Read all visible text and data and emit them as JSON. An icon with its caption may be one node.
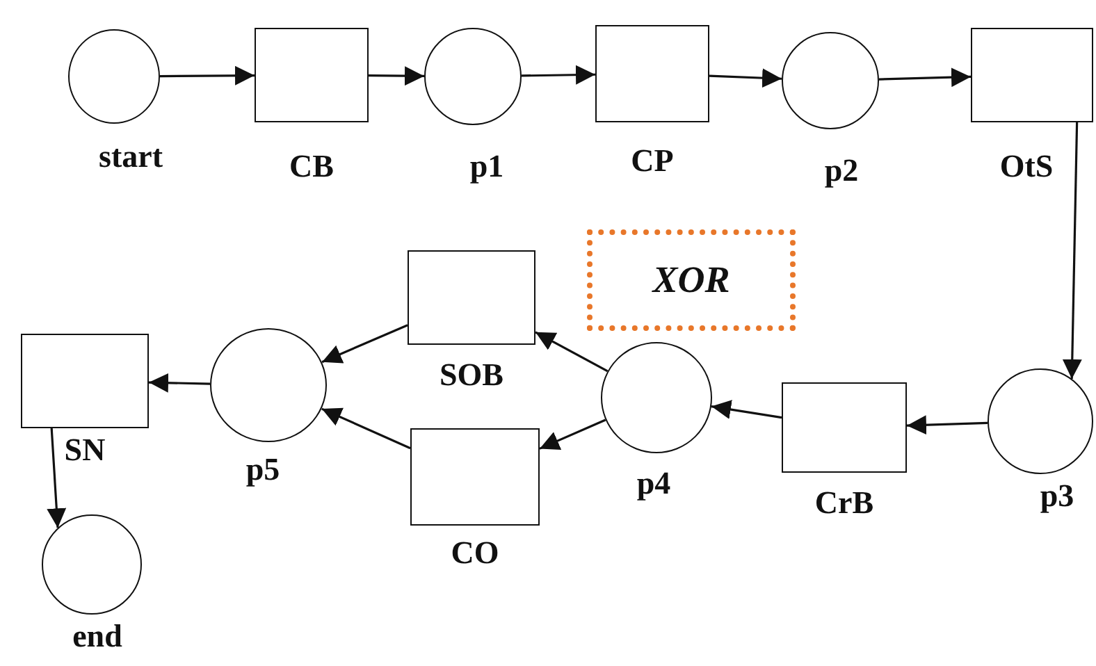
{
  "diagram": {
    "nodes": [
      {
        "text": [
          "start"
        ]
      },
      {
        "text": [
          "CB"
        ]
      },
      {
        "text": [
          "p1"
        ]
      },
      {
        "text": [
          "CP"
        ]
      },
      {
        "text": [
          "p2"
        ]
      },
      {
        "text": [
          "OtS"
        ]
      },
      {
        "text": [
          "XOR"
        ]
      },
      {
        "text": [
          "SOB"
        ]
      },
      {
        "text": [
          "SN"
        ]
      },
      {
        "text": [
          "p5"
        ]
      },
      {
        "text": [
          "p4"
        ]
      },
      {
        "text": [
          "CrB"
        ]
      },
      {
        "text": [
          "p3"
        ]
      },
      {
        "text": [
          "CO"
        ]
      },
      {
        "text": [
          "end"
        ]
      }
    ],
    "edges": [
      {
        "from": 0,
        "to": 1,
        "arrow": "to"
      },
      {
        "from": 1,
        "to": 2,
        "arrow": "to"
      },
      {
        "from": 2,
        "to": 3,
        "arrow": "to"
      },
      {
        "from": 3,
        "to": 4,
        "arrow": "to"
      },
      {
        "from": 4,
        "to": 5,
        "arrow": "to"
      },
      {
        "from": 5,
        "to": 12,
        "arrow": "to"
      },
      {
        "from": 12,
        "to": 11,
        "arrow": "to"
      },
      {
        "from": 11,
        "to": 10,
        "arrow": "to"
      },
      {
        "from": 10,
        "to": 7,
        "arrow": "to"
      },
      {
        "from": 10,
        "to": 13,
        "arrow": "to"
      },
      {
        "from": 7,
        "to": 9,
        "arrow": "to"
      },
      {
        "from": 13,
        "to": 9,
        "arrow": "to"
      },
      {
        "from": 9,
        "to": 8,
        "arrow": "to"
      },
      {
        "from": 8,
        "to": 14,
        "arrow": "to"
      }
    ]
  }
}
